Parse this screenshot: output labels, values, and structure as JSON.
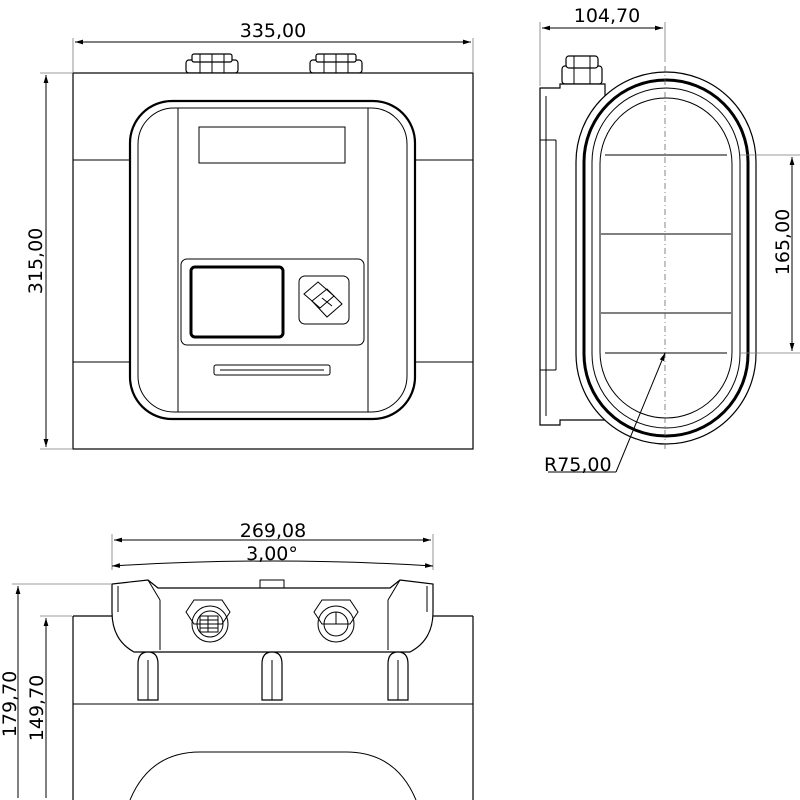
{
  "front_view": {
    "width_dim": "335,00",
    "height_dim": "315,00"
  },
  "side_view": {
    "depth_dim": "104,70",
    "opening_dim": "165,00",
    "radius_dim": "R75,00"
  },
  "bottom_view": {
    "width_dim": "269,08",
    "angle_dim": "3,00°",
    "height_outer_dim": "179,70",
    "height_inner_dim": "149,70"
  }
}
